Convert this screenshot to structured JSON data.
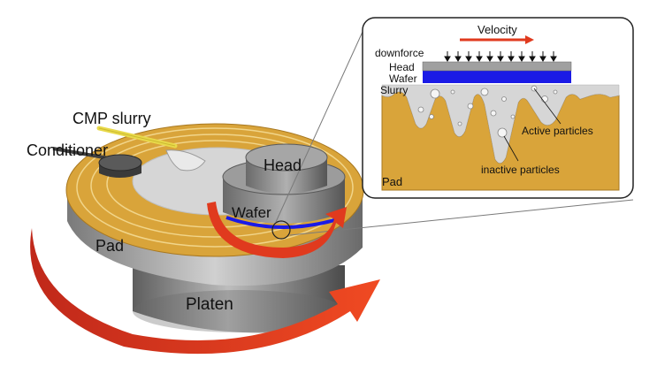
{
  "labels": {
    "cmp_slurry": "CMP slurry",
    "conditioner": "Conditioner",
    "head": "Head",
    "wafer": "Wafer",
    "pad": "Pad",
    "platen": "Platen"
  },
  "inset": {
    "velocity": "Velocity",
    "downforce": "downforce",
    "head": "Head",
    "wafer": "Wafer",
    "slurry": "Slurry",
    "active_particles": "Active particles",
    "inactive_particles": "inactive particles",
    "pad": "Pad"
  },
  "colors": {
    "pad": "#d9a43a",
    "platen": "#8c8c8c",
    "arrow": "#e03a1e",
    "wafer": "#1a1ae6",
    "slurry": "#d8d8d8"
  }
}
